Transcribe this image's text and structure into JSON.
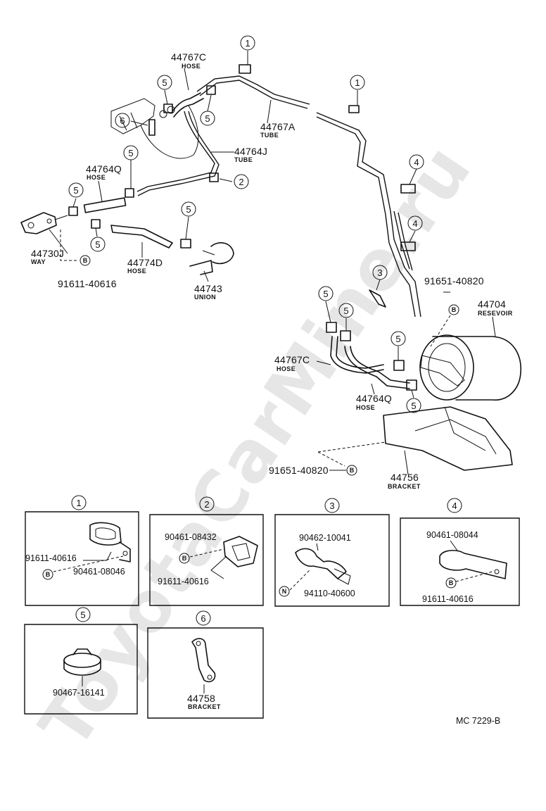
{
  "watermark": "ToyotaCarMine.ru",
  "diagram_code": "MC  7229-B",
  "callout_symbols": [
    "1",
    "2",
    "3",
    "4",
    "5",
    "6"
  ],
  "bolt_symbol": "B",
  "nut_symbol": "N",
  "parts": {
    "p44767c_top": {
      "number": "44767C",
      "name": "HOSE"
    },
    "p44767a": {
      "number": "44767A",
      "name": "TUBE"
    },
    "p44764j": {
      "number": "44764J",
      "name": "TUBE"
    },
    "p44764q_top": {
      "number": "44764Q",
      "name": "HOSE"
    },
    "p44730j": {
      "number": "44730J",
      "name": "WAY"
    },
    "p44774d": {
      "number": "44774D",
      "name": "HOSE"
    },
    "p44743": {
      "number": "44743",
      "name": "UNION"
    },
    "bolt_91611_top": {
      "number": "91611-40616"
    },
    "bolt_91651_mid": {
      "number": "91651-40820"
    },
    "p44704": {
      "number": "44704",
      "name": "RESEVOIR"
    },
    "p44767c_low": {
      "number": "44767C",
      "name": "HOSE"
    },
    "p44764q_low": {
      "number": "44764Q",
      "name": "HOSE"
    },
    "bolt_91651_low": {
      "number": "91651-40820"
    },
    "p44756": {
      "number": "44756",
      "name": "BRACKET"
    }
  },
  "detail_boxes": [
    {
      "callout": "1",
      "labels": [
        "91611-40616",
        "90461-08046"
      ]
    },
    {
      "callout": "2",
      "labels": [
        "90461-08432",
        "91611-40616"
      ]
    },
    {
      "callout": "3",
      "labels": [
        "90462-10041",
        "94110-40600"
      ]
    },
    {
      "callout": "4",
      "labels": [
        "90461-08044",
        "91611-40616"
      ]
    },
    {
      "callout": "5",
      "labels": [
        "90467-16141"
      ]
    },
    {
      "callout": "6",
      "labels": [
        "44758",
        "BRACKET"
      ]
    }
  ]
}
